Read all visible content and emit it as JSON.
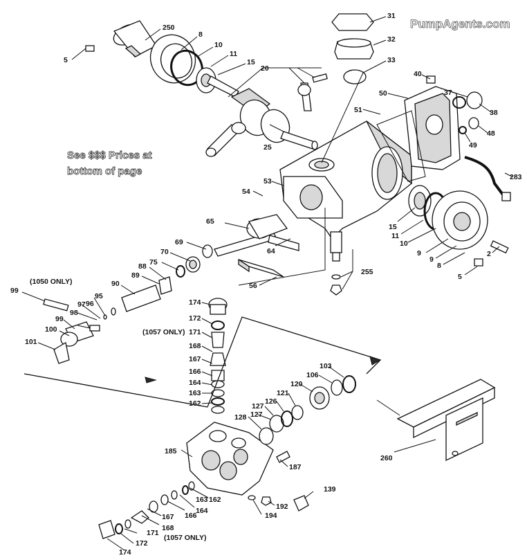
{
  "site_label": "PumpAgents.com",
  "price_note": [
    "See $$$ Prices at",
    "bottom of page"
  ],
  "notes": {
    "only_1050": "(1050 ONLY)",
    "only_1057_top": "(1057 ONLY)",
    "only_1057_bottom": "(1057 ONLY)"
  },
  "callouts": [
    "5",
    "250",
    "8",
    "10",
    "11",
    "15",
    "20",
    "25",
    "31",
    "32",
    "33",
    "40",
    "50",
    "51",
    "37",
    "38",
    "48",
    "49",
    "283",
    "53",
    "54",
    "65",
    "64",
    "69",
    "70",
    "75",
    "88",
    "89",
    "90",
    "56",
    "15",
    "11",
    "10",
    "9",
    "9",
    "8",
    "2",
    "5",
    "255",
    "99",
    "97",
    "95",
    "96",
    "98",
    "99",
    "100",
    "101",
    "174",
    "172",
    "171",
    "168",
    "167",
    "166",
    "164",
    "163",
    "162",
    "103",
    "106",
    "120",
    "121",
    "126",
    "127",
    "127",
    "128",
    "185",
    "187",
    "260",
    "163",
    "162",
    "164",
    "166",
    "167",
    "168",
    "139",
    "192",
    "194",
    "171",
    "172",
    "174"
  ]
}
